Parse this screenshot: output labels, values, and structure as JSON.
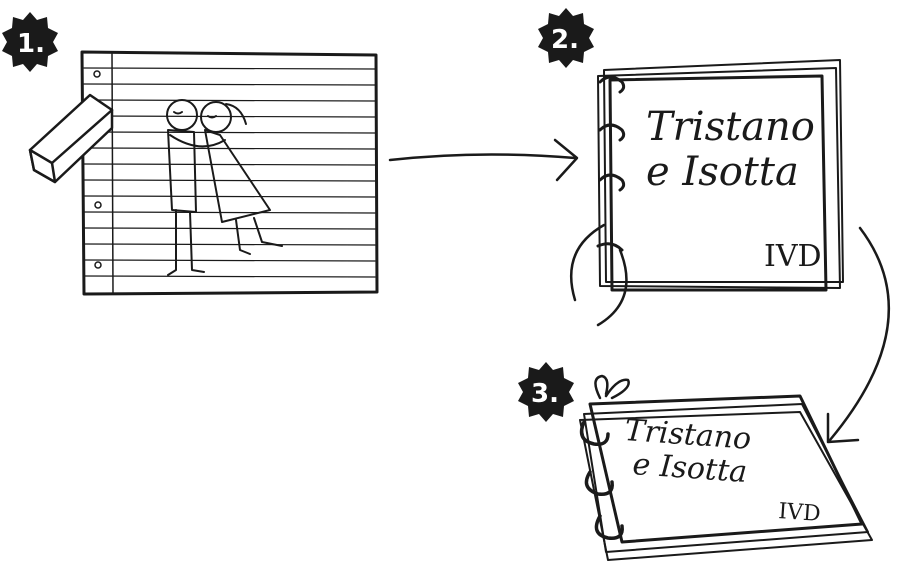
{
  "steps": [
    {
      "number": "1."
    },
    {
      "number": "2."
    },
    {
      "number": "3."
    }
  ],
  "cover": {
    "title_line1": "Tristano",
    "title_line2": "e Isotta",
    "class_mark": "IVD"
  },
  "icons": {
    "step1": "lined-paper-drawing-with-eraser",
    "step2": "ring-bound-cover-page",
    "step3": "ring-bound-finished-booklet"
  },
  "colors": {
    "ink": "#1a1a1a",
    "paper": "#ffffff",
    "badge": "#1a1a1a"
  }
}
